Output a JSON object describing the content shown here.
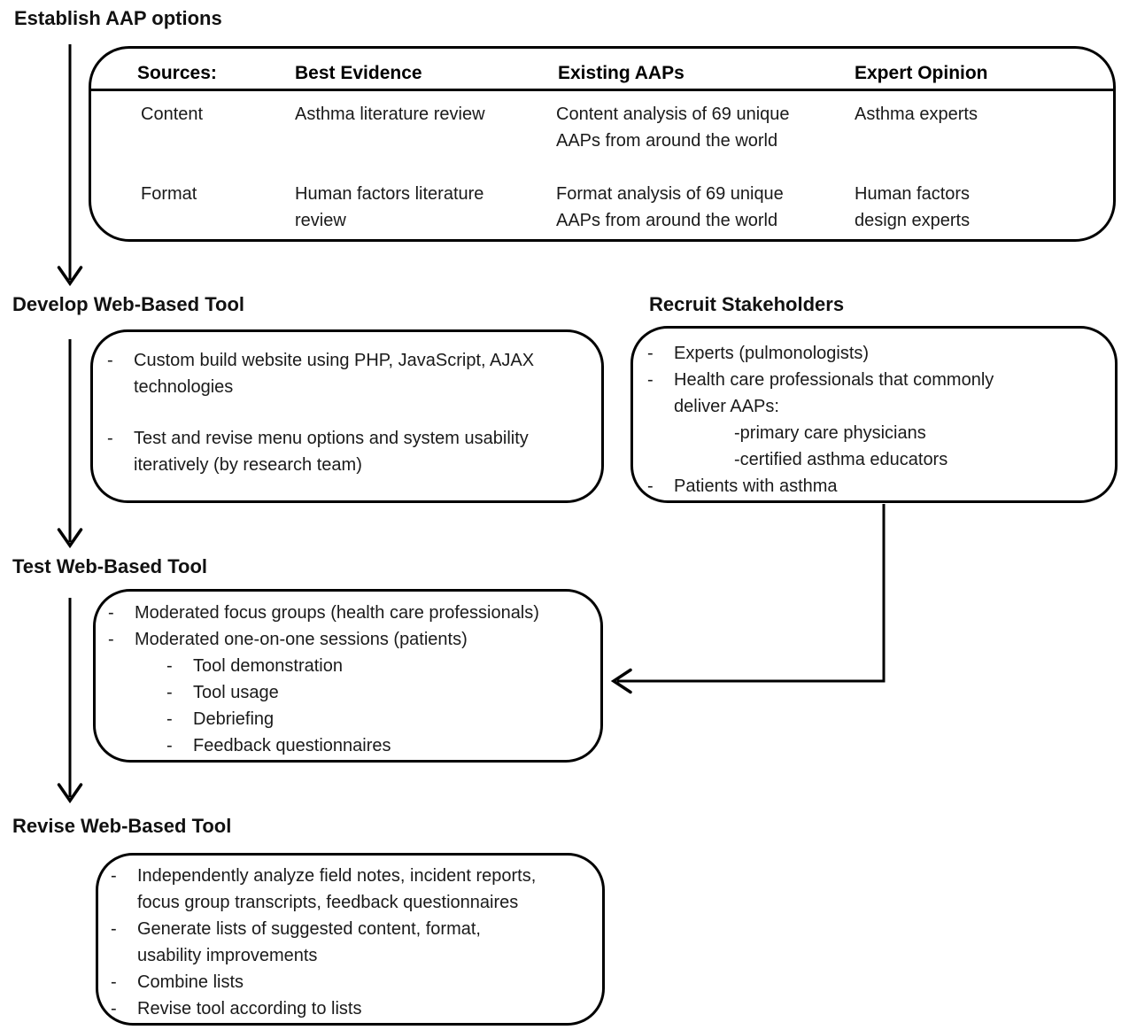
{
  "chars": {
    "dash": "-"
  },
  "headings": {
    "establish": "Establish AAP options",
    "develop": "Develop Web-Based Tool",
    "recruit": "Recruit Stakeholders",
    "test": "Test Web-Based Tool",
    "revise": "Revise Web-Based Tool"
  },
  "sources_box": {
    "headers": {
      "sources": "Sources:",
      "best_evidence": "Best Evidence",
      "existing_aaps": "Existing AAPs",
      "expert_opinion": "Expert Opinion"
    },
    "rows": [
      {
        "source": "Content",
        "best_evidence": "Asthma literature review",
        "existing_aaps": "Content analysis of 69 unique\nAAPs from around the world",
        "expert_opinion": "Asthma experts"
      },
      {
        "source": "Format",
        "best_evidence": "Human factors literature\nreview",
        "existing_aaps": "Format analysis of 69 unique\nAAPs from around the world",
        "expert_opinion": "Human factors\ndesign experts"
      }
    ]
  },
  "develop_box": {
    "items": [
      {
        "text": "Custom build website using PHP, JavaScript, AJAX\ntechnologies"
      },
      {
        "text": "Test and revise menu options and system usability\niteratively (by research team)"
      }
    ]
  },
  "recruit_box": {
    "items": [
      {
        "text": "Experts (pulmonologists)"
      },
      {
        "text": "Health care professionals that commonly\ndeliver AAPs:"
      },
      {
        "text": "-primary care physicians"
      },
      {
        "text": "-certified asthma educators"
      },
      {
        "text": "Patients with asthma"
      }
    ]
  },
  "test_box": {
    "items": [
      {
        "text": "Moderated focus groups (health care professionals)"
      },
      {
        "text": "Moderated one-on-one sessions (patients)"
      },
      {
        "text": "Tool demonstration"
      },
      {
        "text": "Tool usage"
      },
      {
        "text": "Debriefing"
      },
      {
        "text": "Feedback questionnaires"
      }
    ]
  },
  "revise_box": {
    "items": [
      {
        "text": "Independently analyze field notes, incident reports,\nfocus group transcripts, feedback questionnaires"
      },
      {
        "text": "Generate lists of suggested content, format,\nusability improvements"
      },
      {
        "text": "Combine lists"
      },
      {
        "text": "Revise tool according to lists"
      }
    ]
  }
}
